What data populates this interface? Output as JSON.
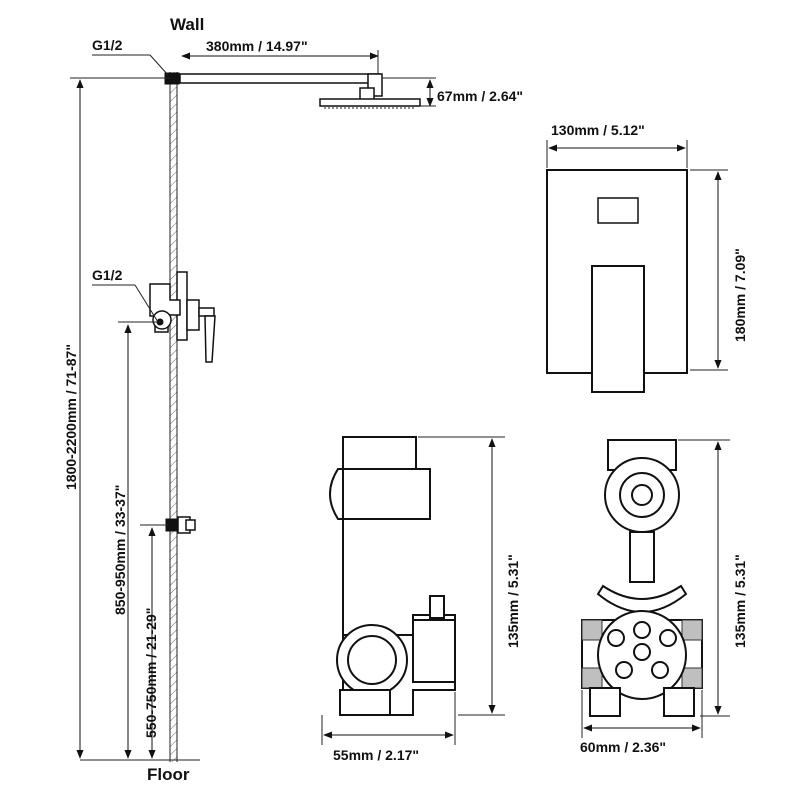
{
  "labels": {
    "wall": "Wall",
    "floor": "Floor",
    "inlet_top": "G1/2",
    "inlet_mid": "G1/2"
  },
  "dimensions": {
    "arm_length": "380mm / 14.97\"",
    "head_height": "67mm / 2.64\"",
    "plate_width": "130mm / 5.12\"",
    "plate_height": "180mm / 7.09\"",
    "total_height": "1800-2200mm / 71-87\"",
    "valve_height": "850-950mm / 33-37\"",
    "lower_height": "550-750mm / 21-29\"",
    "side_height": "135mm / 5.31\"",
    "side_width": "55mm / 2.17\"",
    "front_height": "135mm / 5.31\"",
    "front_width": "60mm / 2.36\""
  },
  "colors": {
    "line": "#111111",
    "background": "#ffffff"
  }
}
